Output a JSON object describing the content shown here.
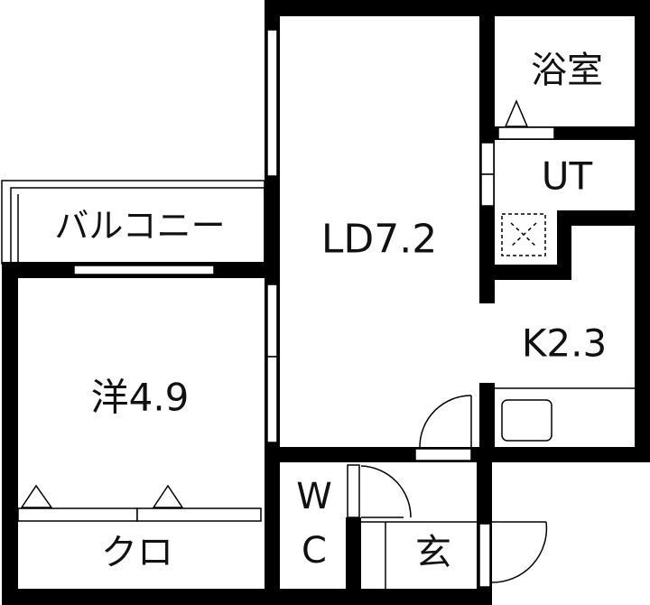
{
  "floor_plan": {
    "rooms": {
      "bath": "浴室",
      "utility": "UT",
      "living_dining": "LD7.2",
      "kitchen": "K2.3",
      "balcony": "バルコニー",
      "western_room": "洋4.9",
      "closet": "クロ",
      "wc_w": "W",
      "wc_c": "C",
      "entrance": "玄"
    },
    "colors": {
      "wall": "#000000",
      "background": "#ffffff"
    }
  }
}
